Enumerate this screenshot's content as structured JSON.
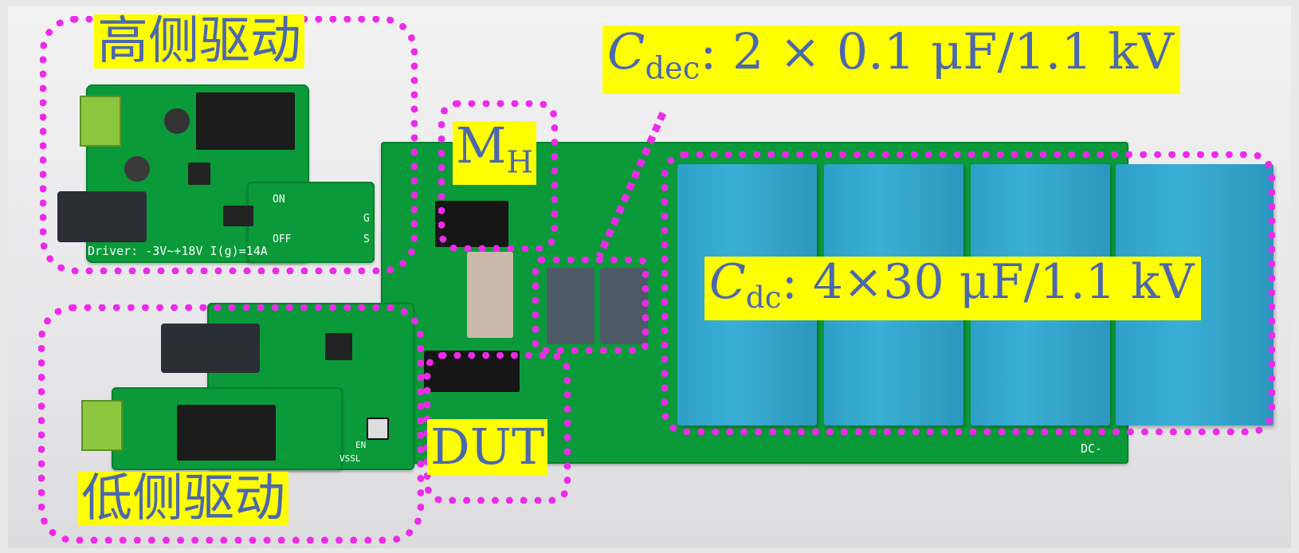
{
  "labels": {
    "high_side_driver": "高侧驱动",
    "low_side_driver": "低侧驱动",
    "mh_main": "M",
    "mh_sub": "H",
    "dut": "DUT",
    "cdec_main": "C",
    "cdec_sub": "dec",
    "cdec_value": ": 2 × 0.1 μF/1.1 kV",
    "cdc_main": "C",
    "cdc_sub": "dc",
    "cdc_value": ": 4×30 μF/1.1 kV"
  },
  "silkscreen": {
    "driver_spec": "Driver: -3V~+18V  I(g)=14A",
    "on": "ON",
    "off": "OFF",
    "g": "G",
    "s": "S",
    "dc_minus": "DC-",
    "en": "EN",
    "vssl": "VSSL"
  },
  "colors": {
    "highlight": "#ffff00",
    "label_text": "#4c68ad",
    "dotted_box": "#ee2aea",
    "pcb": "#0a9a3a",
    "capacitor": "#2ea0c8"
  }
}
